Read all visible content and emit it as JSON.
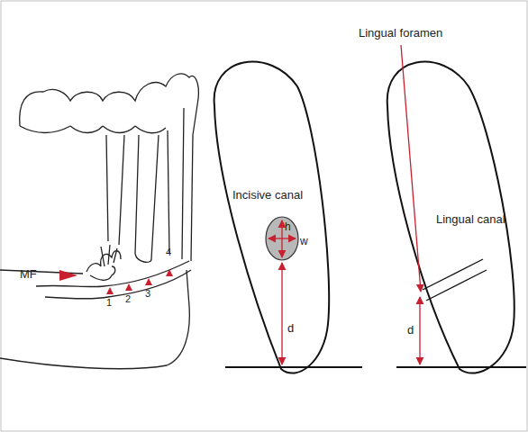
{
  "diagram": {
    "labels": [
      "Lingual foramen",
      "MF",
      "Incisive canal",
      "h",
      "w",
      "d",
      "Lingual canal",
      "d",
      "1",
      "2",
      "3",
      "4"
    ]
  }
}
